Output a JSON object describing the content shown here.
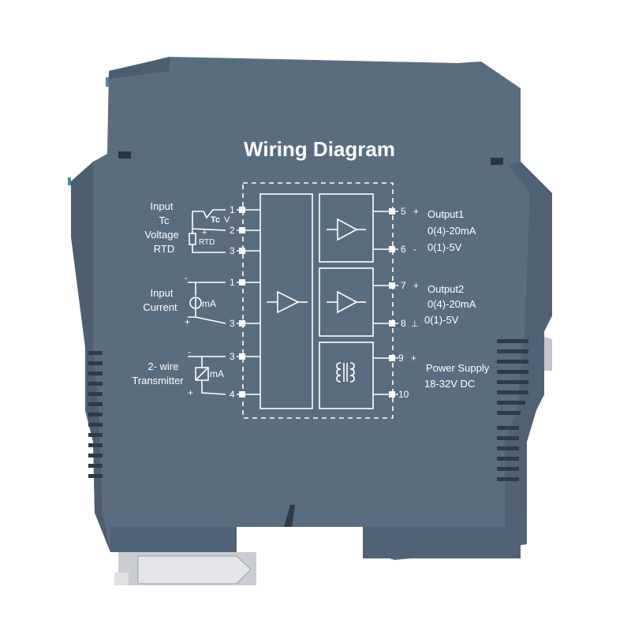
{
  "colors": {
    "background": "#ffffff",
    "housing": "#5a6c80",
    "housing_dark": "#3f4f62",
    "housing_light": "#6f8296",
    "print": "#ffffff",
    "clip": "#c9ccd0"
  },
  "panel": {
    "title": "Wiring Diagram"
  },
  "inputs": {
    "tc": {
      "label_line1": "Input",
      "label_line2": "Tc",
      "label_line3": "Voltage",
      "label_line4": "RTD",
      "tc_symbol": "Tc",
      "v_symbol": "V",
      "rtd_symbol": "RTD",
      "plus": "+",
      "pins": [
        "1",
        "2",
        "3"
      ]
    },
    "current": {
      "label_line1": "Input",
      "label_line2": "Current",
      "ma_symbol": "mA",
      "minus": "-",
      "plus": "+",
      "pins": [
        "1",
        "3"
      ]
    },
    "transmitter": {
      "label_line1": "2- wire",
      "label_line2": "Transmitter",
      "ma_symbol": "mA",
      "minus": "-",
      "plus": "+",
      "pins": [
        "3",
        "4"
      ]
    }
  },
  "outputs": {
    "output1": {
      "name": "Output1",
      "range1": "0(4)-20mA",
      "range2": "0(1)-5V",
      "pins": [
        "5",
        "6"
      ],
      "plus": "+",
      "minus": "-"
    },
    "output2": {
      "name": "Output2",
      "range1": "0(4)-20mA",
      "range2": "0(1)-5V",
      "pins": [
        "7",
        "8"
      ],
      "plus": "+",
      "minus": "⊥"
    },
    "power": {
      "name": "Power Supply",
      "range": "18-32V DC",
      "pins": [
        "9",
        "10"
      ],
      "plus": "+"
    }
  }
}
